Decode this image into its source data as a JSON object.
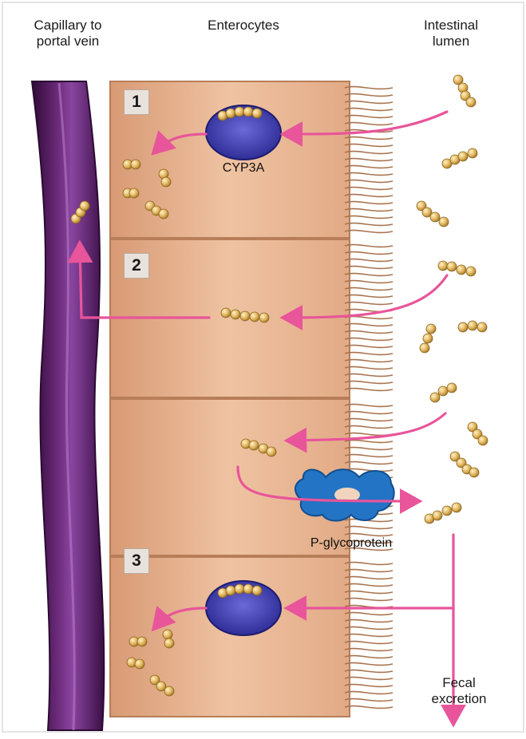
{
  "headers": {
    "capillary": "Capillary to portal vein",
    "enterocytes": "Enterocytes",
    "lumen": "Intestinal lumen"
  },
  "labels": {
    "cyp3a": "CYP3A",
    "pgp": "P-glycoprotein",
    "fecal": "Fecal excretion"
  },
  "steps": [
    "1",
    "2",
    "3"
  ],
  "colors": {
    "vein": "#4a1a55",
    "cell": "#e9b592",
    "arrow": "#e8559a",
    "drug": "#e0b35a",
    "nucleus": "#3d3aa8",
    "pgp": "#1f6fb8"
  }
}
